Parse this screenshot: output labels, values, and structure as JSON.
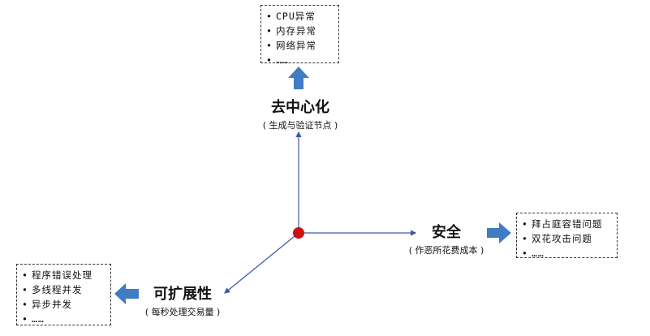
{
  "top": {
    "title": "去中心化",
    "subtitle": "( 生成与验证节点 )",
    "items": [
      "CPU异常",
      "内存异常",
      "网络异常",
      "……"
    ]
  },
  "right": {
    "title": "安全",
    "subtitle": "( 作恶所花费成本 )",
    "items": [
      "拜占庭容错问题",
      "双花攻击问题",
      "……"
    ]
  },
  "left": {
    "title": "可扩展性",
    "subtitle": "( 每秒处理交易量 )",
    "items": [
      "程序错误处理",
      "多线程并发",
      "异步并发",
      "……"
    ]
  },
  "colors": {
    "center_dot": "#cc1111",
    "axis": "#3a5aa8",
    "block_arrow": "#3f7cc4"
  }
}
